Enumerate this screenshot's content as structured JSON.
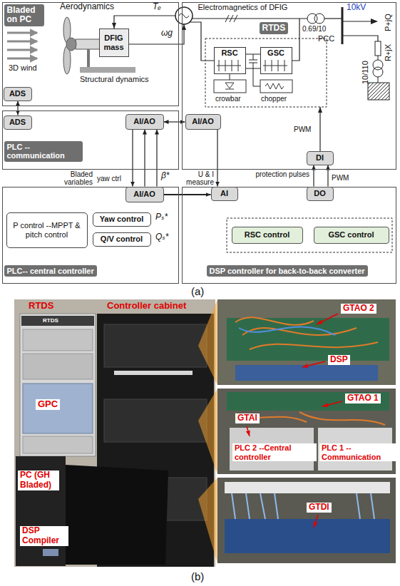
{
  "diagram": {
    "nodes": [
      {
        "text": [
          "Bladed on PC"
        ]
      },
      {
        "text": [
          "DFIG mass"
        ],
        "in": 0
      },
      {
        "text": [
          "ADS"
        ],
        "in": 0
      },
      {
        "text": [
          "Electromagnetics of DFIG",
          "RTDS"
        ]
      },
      {
        "text": [
          "RSC"
        ],
        "in": 3
      },
      {
        "text": [
          "GSC"
        ],
        "in": 3
      },
      {
        "text": [
          "AI/AO"
        ],
        "in": 3
      },
      {
        "text": [
          "DI"
        ],
        "in": 3
      },
      {
        "text": [
          "PLC --communication"
        ]
      },
      {
        "text": [
          "ADS"
        ],
        "in": 8
      },
      {
        "text": [
          "AI/AO"
        ],
        "in": 8
      },
      {
        "text": [
          "PLC-- central controller"
        ]
      },
      {
        "text": [
          "AI/AO"
        ],
        "in": 11
      },
      {
        "text": [
          "P control --MPPT & pitch control"
        ],
        "in": 11
      },
      {
        "text": [
          "Yaw control"
        ],
        "in": 11
      },
      {
        "text": [
          "Q/V control"
        ],
        "in": 11
      },
      {
        "text": [
          "DSP controller for back-to-back converter"
        ]
      },
      {
        "text": [
          "AI"
        ],
        "in": 16
      },
      {
        "text": [
          "DO"
        ],
        "in": 16
      },
      {
        "text": [
          "RSC control"
        ],
        "in": 16
      },
      {
        "text": [
          "GSC control"
        ],
        "in": 16
      }
    ],
    "edges": [
      {
        "from": 2,
        "to": 9,
        "arrow": "both"
      },
      {
        "from": 10,
        "to": 6,
        "arrow": "both"
      },
      {
        "from": 10,
        "to": 12,
        "label": "Bladed variables",
        "arrow": "to"
      },
      {
        "from": 12,
        "to": 10,
        "label": "yaw ctrl",
        "arrow": "to"
      },
      {
        "from": 12,
        "to": 10,
        "label": "β*",
        "arrow": "to"
      },
      {
        "from": 6,
        "to": 17,
        "label": "U & I measure",
        "arrow": "to"
      },
      {
        "from": 12,
        "to": 17,
        "arrow": "to"
      },
      {
        "from": 18,
        "to": 7,
        "label": "protection pulses",
        "arrow": "to"
      },
      {
        "from": 18,
        "to": 7,
        "label": "PWM",
        "arrow": "to"
      }
    ],
    "labels": [
      "Aerodynamics",
      "3D wind",
      "Structural dynamics",
      "Tₑ",
      "ωg",
      "crowbar",
      "chopper",
      "10kV",
      "P+jQ",
      "PCC",
      "0.69/10",
      "R+jX",
      "10/110",
      "PWM",
      "Pₛ*",
      "Qₛ*",
      "(a)",
      "RTDS",
      "Controller cabinet",
      "RTDS",
      "GPC",
      "PC (GH Bladed)",
      "DSP Compiler",
      "GTAO 2",
      "DSP",
      "GTAO 1",
      "GTAI",
      "PLC 2 --Central controller",
      "PLC 1 --Communication",
      "GTDI",
      "(b)"
    ]
  }
}
